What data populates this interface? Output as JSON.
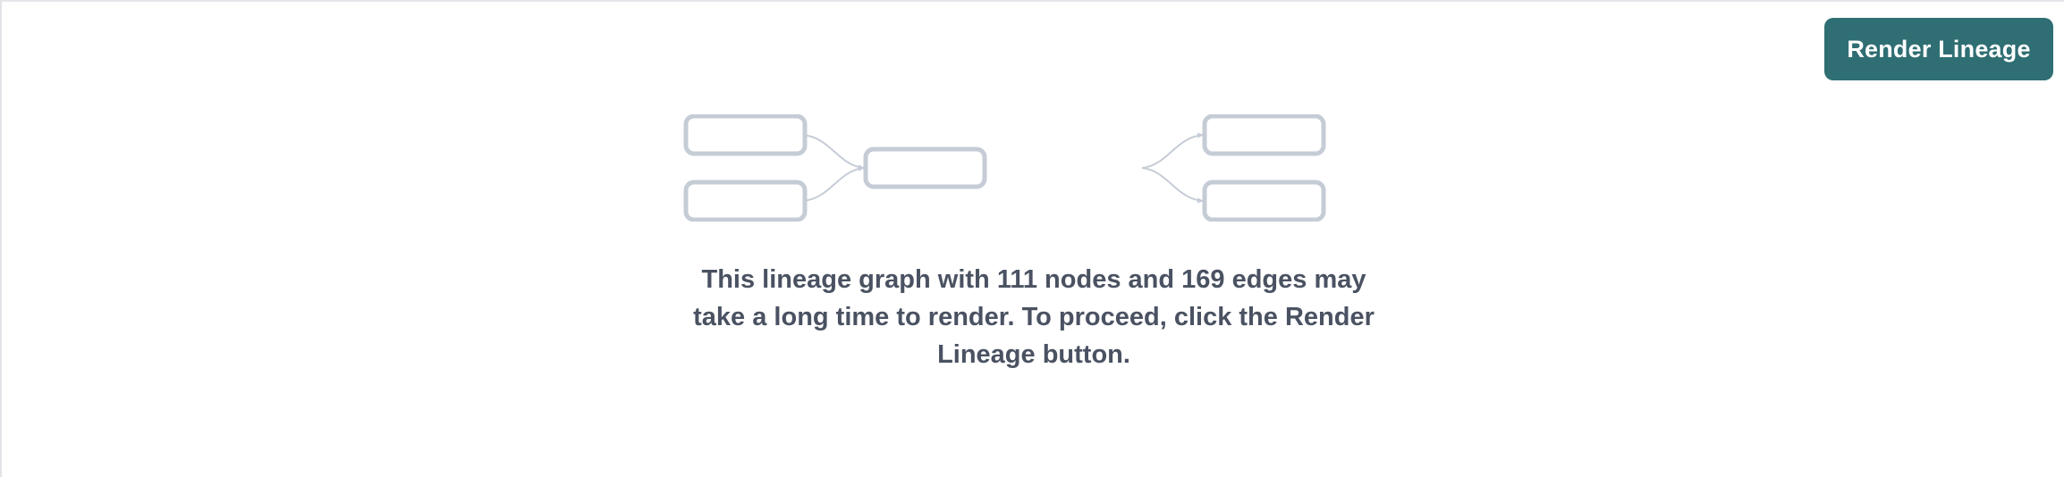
{
  "page": {
    "background_color": "#ffffff",
    "border_color": "#e4e6ea"
  },
  "toolbar": {
    "render_lineage_label": "Render Lineage",
    "render_lineage_bg": "#2f6e73",
    "render_lineage_text_color": "#ffffff"
  },
  "empty_state": {
    "message": "This lineage graph with 111 nodes and 169 edges may take a long time to render. To proceed, click the Render Lineage button.",
    "message_color": "#4a5262",
    "node_count": 111,
    "edge_count": 169,
    "illustration": {
      "name": "lineage-graph-placeholder",
      "stroke_color": "#c5ccd6",
      "edge_color": "#c5ccd6",
      "node_count": 5,
      "edge_count": 4,
      "nodes": [
        {
          "id": "left-top",
          "label": ""
        },
        {
          "id": "left-bottom",
          "label": ""
        },
        {
          "id": "center",
          "label": ""
        },
        {
          "id": "right-top",
          "label": ""
        },
        {
          "id": "right-bottom",
          "label": ""
        }
      ],
      "edges": [
        {
          "from": "left-top",
          "to": "center"
        },
        {
          "from": "left-bottom",
          "to": "center"
        },
        {
          "from": "center",
          "to": "right-top"
        },
        {
          "from": "center",
          "to": "right-bottom"
        }
      ]
    }
  }
}
